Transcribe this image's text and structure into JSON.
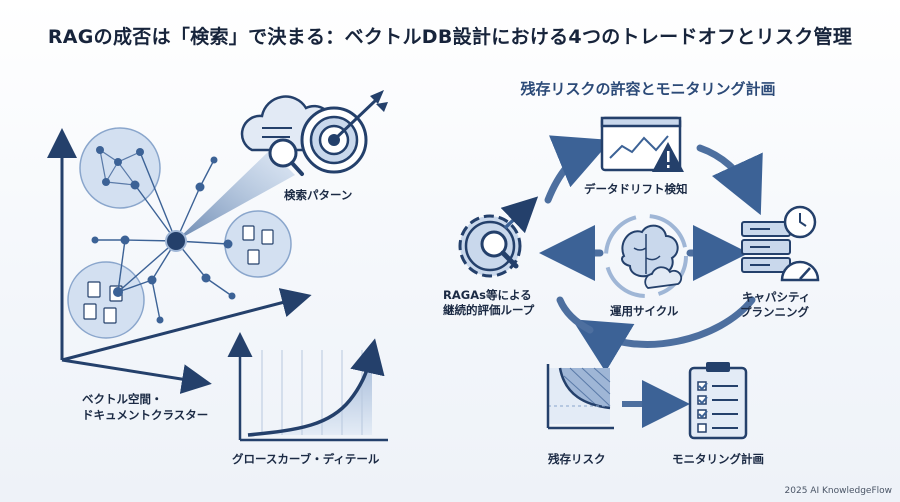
{
  "title": "RAGの成否は「検索」で決まる：ベクトルDB設計における4つのトレードオフとリスク管理",
  "subtitle": "残存リスクの許容とモニタリング計画",
  "labels": {
    "search_pattern": "検索パターン",
    "vector_space_line1": "ベクトル空間・",
    "vector_space_line2": "ドキュメントクラスター",
    "growth_curve": "グロースカーブ・ディテール",
    "data_drift": "データドリフト検知",
    "ragas_line1": "RAGAs等による",
    "ragas_line2": "継続的評価ループ",
    "ops_cycle": "運用サイクル",
    "capacity_line1": "キャパシティ",
    "capacity_line2": "プランニング",
    "residual_risk": "残存リスク",
    "monitoring_plan": "モニタリング計画"
  },
  "footer": "2025 AI KnowledgeFlow",
  "colors": {
    "navy": "#24406b",
    "blue": "#3c6296",
    "light_blue": "#c9d8ec",
    "pale_blue": "#e3ebf6",
    "title": "#17243b"
  },
  "icons": [
    "cloud-icon",
    "target-icon",
    "magnifier-icon",
    "monitor-chart-icon",
    "warning-icon",
    "gear-icon",
    "brain-icon",
    "server-icon",
    "clock-icon",
    "gauge-icon",
    "clipboard-checklist-icon"
  ]
}
